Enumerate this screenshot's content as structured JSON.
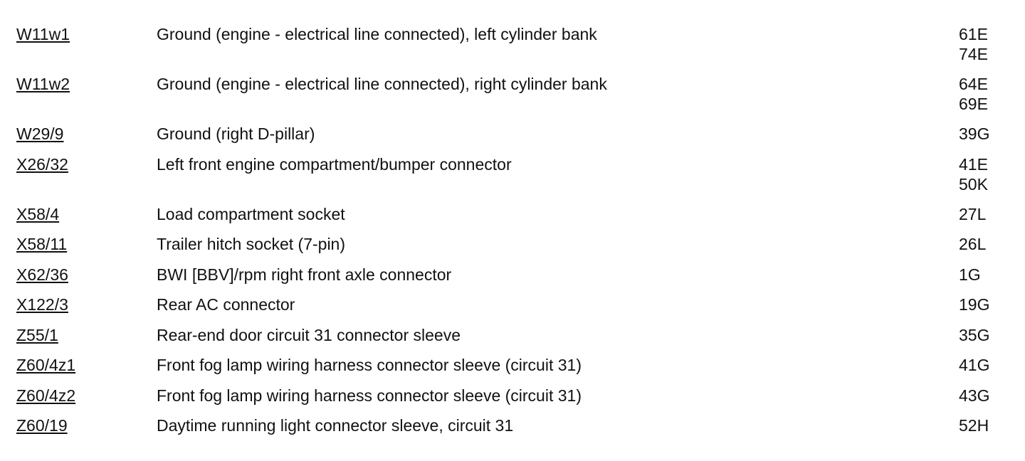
{
  "rows": [
    {
      "code": "W11w1",
      "description": "Ground (engine - electrical line connected), left cylinder bank",
      "locations": [
        "61E",
        "74E"
      ]
    },
    {
      "code": "W11w2",
      "description": "Ground (engine - electrical line connected), right cylinder bank",
      "locations": [
        "64E",
        "69E"
      ]
    },
    {
      "code": "W29/9",
      "description": "Ground (right D-pillar)",
      "locations": [
        "39G"
      ]
    },
    {
      "code": "X26/32",
      "description": "Left front engine compartment/bumper connector",
      "locations": [
        "41E",
        "50K"
      ]
    },
    {
      "code": "X58/4",
      "description": "Load compartment socket",
      "locations": [
        "27L"
      ]
    },
    {
      "code": "X58/11",
      "description": "Trailer hitch socket (7-pin)",
      "locations": [
        "26L"
      ]
    },
    {
      "code": "X62/36",
      "description": "BWI [BBV]/rpm right front axle connector",
      "locations": [
        "1G"
      ]
    },
    {
      "code": "X122/3",
      "description": "Rear AC connector",
      "locations": [
        "19G"
      ]
    },
    {
      "code": "Z55/1",
      "description": "Rear-end door circuit 31 connector sleeve",
      "locations": [
        "35G"
      ]
    },
    {
      "code": "Z60/4z1",
      "description": "Front fog lamp wiring harness connector sleeve (circuit 31)",
      "locations": [
        "41G"
      ]
    },
    {
      "code": "Z60/4z2",
      "description": "Front fog lamp wiring harness connector sleeve (circuit 31)",
      "locations": [
        "43G"
      ]
    },
    {
      "code": "Z60/19",
      "description": "Daytime running light connector sleeve, circuit 31",
      "locations": [
        "52H"
      ]
    }
  ]
}
